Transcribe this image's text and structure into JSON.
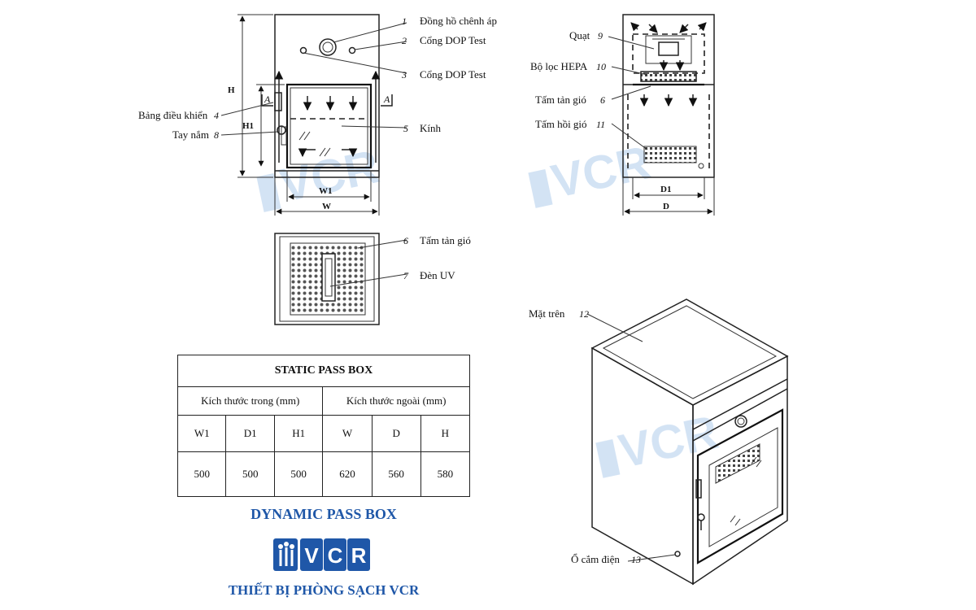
{
  "callouts": {
    "c1": {
      "num": "1",
      "text": "Đồng hồ chênh áp"
    },
    "c2": {
      "num": "2",
      "text": "Cổng DOP Test"
    },
    "c3": {
      "num": "3",
      "text": "Cổng DOP Test"
    },
    "c4": {
      "num": "4",
      "text": "Bảng điều khiển"
    },
    "c5": {
      "num": "5",
      "text": "Kính"
    },
    "c6a": {
      "num": "6",
      "text": "Tấm tản gió"
    },
    "c6b": {
      "num": "6",
      "text": "Tấm tản gió"
    },
    "c7": {
      "num": "7",
      "text": "Đèn UV"
    },
    "c8": {
      "num": "8",
      "text": "Tay nắm"
    },
    "c9": {
      "num": "9",
      "text": "Quạt"
    },
    "c10": {
      "num": "10",
      "text": "Bộ lọc HEPA"
    },
    "c11": {
      "num": "11",
      "text": "Tấm hồi gió"
    },
    "c12": {
      "num": "12",
      "text": "Mặt trên"
    },
    "c13": {
      "num": "13",
      "text": "Ổ cắm điện"
    }
  },
  "dimensions": {
    "H": "H",
    "H1": "H1",
    "W": "W",
    "W1": "W1",
    "D": "D",
    "D1": "D1",
    "section": "A"
  },
  "table": {
    "title": "STATIC PASS BOX",
    "inner_label": "Kích thước trong (mm)",
    "outer_label": "Kích thước ngoài (mm)",
    "headers": [
      "W1",
      "D1",
      "H1",
      "W",
      "D",
      "H"
    ],
    "values": [
      "500",
      "500",
      "500",
      "620",
      "560",
      "580"
    ]
  },
  "dynamic_title": "DYNAMIC PASS BOX",
  "logo_text": "VCR",
  "company": "THIẾT BỊ PHÒNG SẠCH VCR",
  "colors": {
    "brand": "#1f57a8",
    "watermark": "#cfe0f3",
    "line": "#222222"
  }
}
